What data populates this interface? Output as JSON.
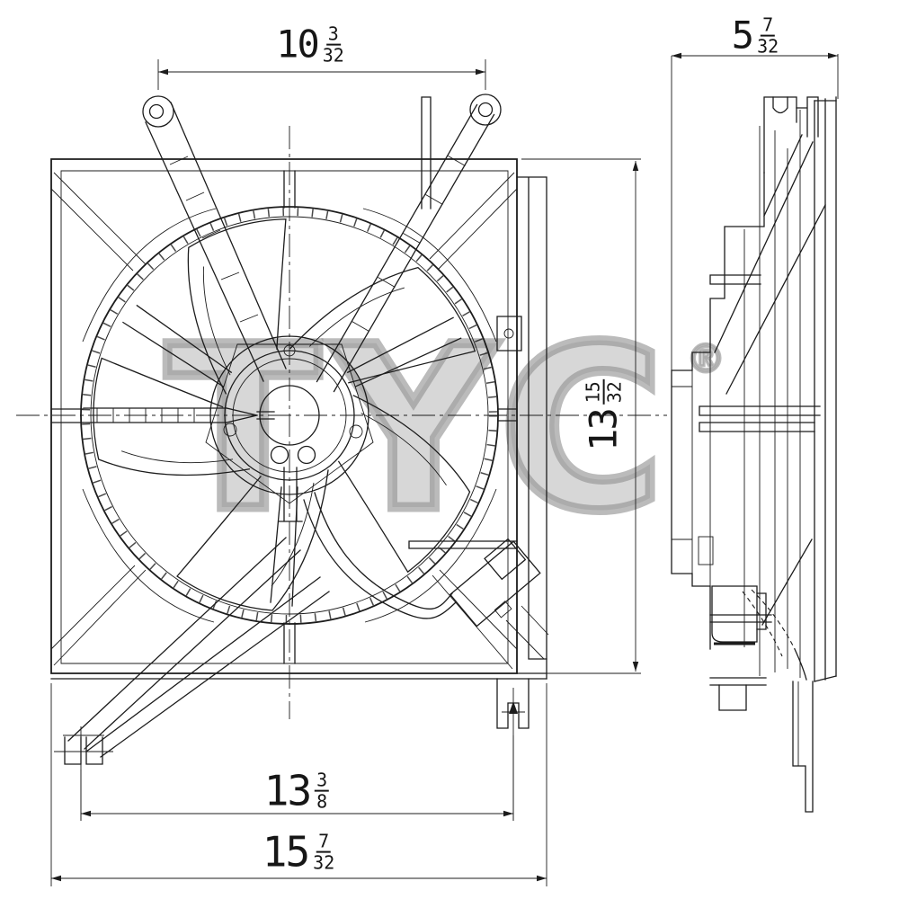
{
  "watermark": {
    "text": "TYC",
    "registered": "®"
  },
  "dimensions": {
    "top_mount_holes_width": {
      "whole": "10",
      "num": "3",
      "den": "32"
    },
    "side_view_depth": {
      "whole": "5",
      "num": "7",
      "den": "32"
    },
    "shroud_height": {
      "whole": "13",
      "num": "15",
      "den": "32"
    },
    "bottom_mount_span": {
      "whole": "13",
      "num": "3",
      "den": "8"
    },
    "overall_width": {
      "whole": "15",
      "num": "7",
      "den": "32"
    }
  },
  "colors": {
    "line": "#1c1c1c",
    "watermark": "#999999",
    "background": "#ffffff"
  }
}
